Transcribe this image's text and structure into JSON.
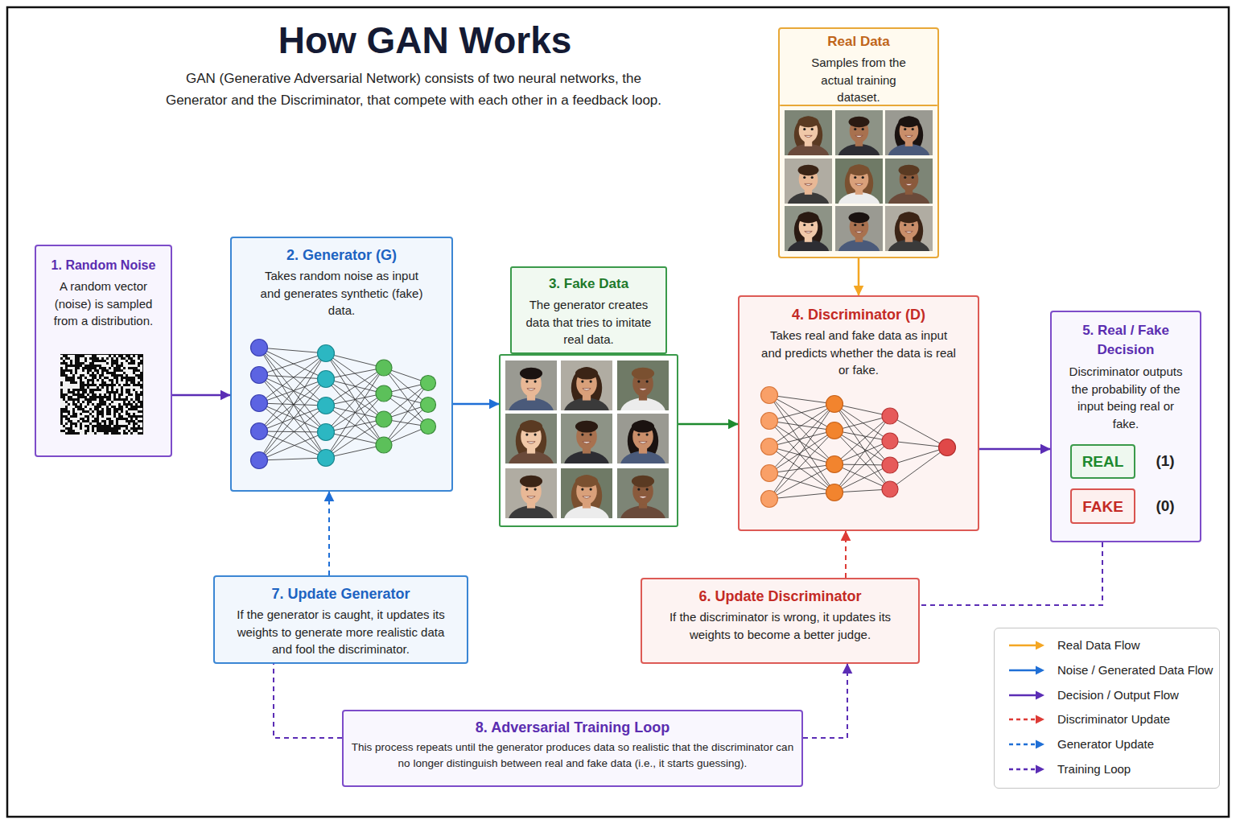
{
  "diagram": {
    "title": "How GAN Works",
    "caption": "GAN (Generative Adversarial Network) consists of two neural networks, the Generator and the Discriminator, that compete with each other in a feedback loop.",
    "nodes": [
      {
        "text": [
          "1. Random Noise",
          "A random vector (noise) is sampled from a distribution."
        ]
      },
      {
        "text": [
          "2. Generator (G)",
          "Takes random noise as input and generates synthetic (fake) data."
        ]
      },
      {
        "text": [
          "3. Fake Data",
          "The generator creates data that tries to imitate real data."
        ]
      },
      {
        "text": [
          "Real Data",
          "Samples from the actual training dataset."
        ]
      },
      {
        "text": [
          "4. Discriminator (D)",
          "Takes real and fake data as input and predicts whether the data is real or fake."
        ]
      },
      {
        "text": [
          "5. Real / Fake Decision",
          "Discriminator outputs the probability of the input being real or fake."
        ]
      },
      {
        "text": [
          "REAL"
        ],
        "in": 5
      },
      {
        "text": [
          "FAKE"
        ],
        "in": 5
      },
      {
        "text": [
          "7. Update Generator",
          "If the generator is caught, it updates its weights to generate more realistic data and fool the discriminator."
        ]
      },
      {
        "text": [
          "6. Update Discriminator",
          "If the discriminator is wrong, it updates its weights to become a better judge."
        ]
      },
      {
        "text": [
          "8. Adversarial Training Loop",
          "This process repeats until the generator produces data so realistic that the discriminator can no longer distinguish between real and fake data (i.e., it starts guessing)."
        ]
      }
    ],
    "edges": [
      {
        "from": 0,
        "to": 1,
        "arrow": "to"
      },
      {
        "from": 1,
        "to": 2,
        "arrow": "to"
      },
      {
        "from": 2,
        "to": 4,
        "arrow": "to"
      },
      {
        "from": 3,
        "to": 4,
        "arrow": "to"
      },
      {
        "from": 4,
        "to": 5,
        "arrow": "to"
      },
      {
        "from": 8,
        "to": 1,
        "arrow": "to"
      },
      {
        "from": 9,
        "to": 4,
        "arrow": "to"
      },
      {
        "from": 5,
        "to": 9,
        "arrow": "none"
      },
      {
        "from": 10,
        "to": 8,
        "arrow": "none"
      },
      {
        "from": 10,
        "to": 9,
        "arrow": "to"
      }
    ],
    "labels": [
      "(1)",
      "(0)"
    ],
    "legend": [
      {
        "text": "Real Data Flow"
      },
      {
        "text": "Noise / Generated Data Flow"
      },
      {
        "text": "Decision / Output Flow"
      },
      {
        "text": "Discriminator Update"
      },
      {
        "text": "Generator Update"
      },
      {
        "text": "Training Loop"
      }
    ]
  }
}
